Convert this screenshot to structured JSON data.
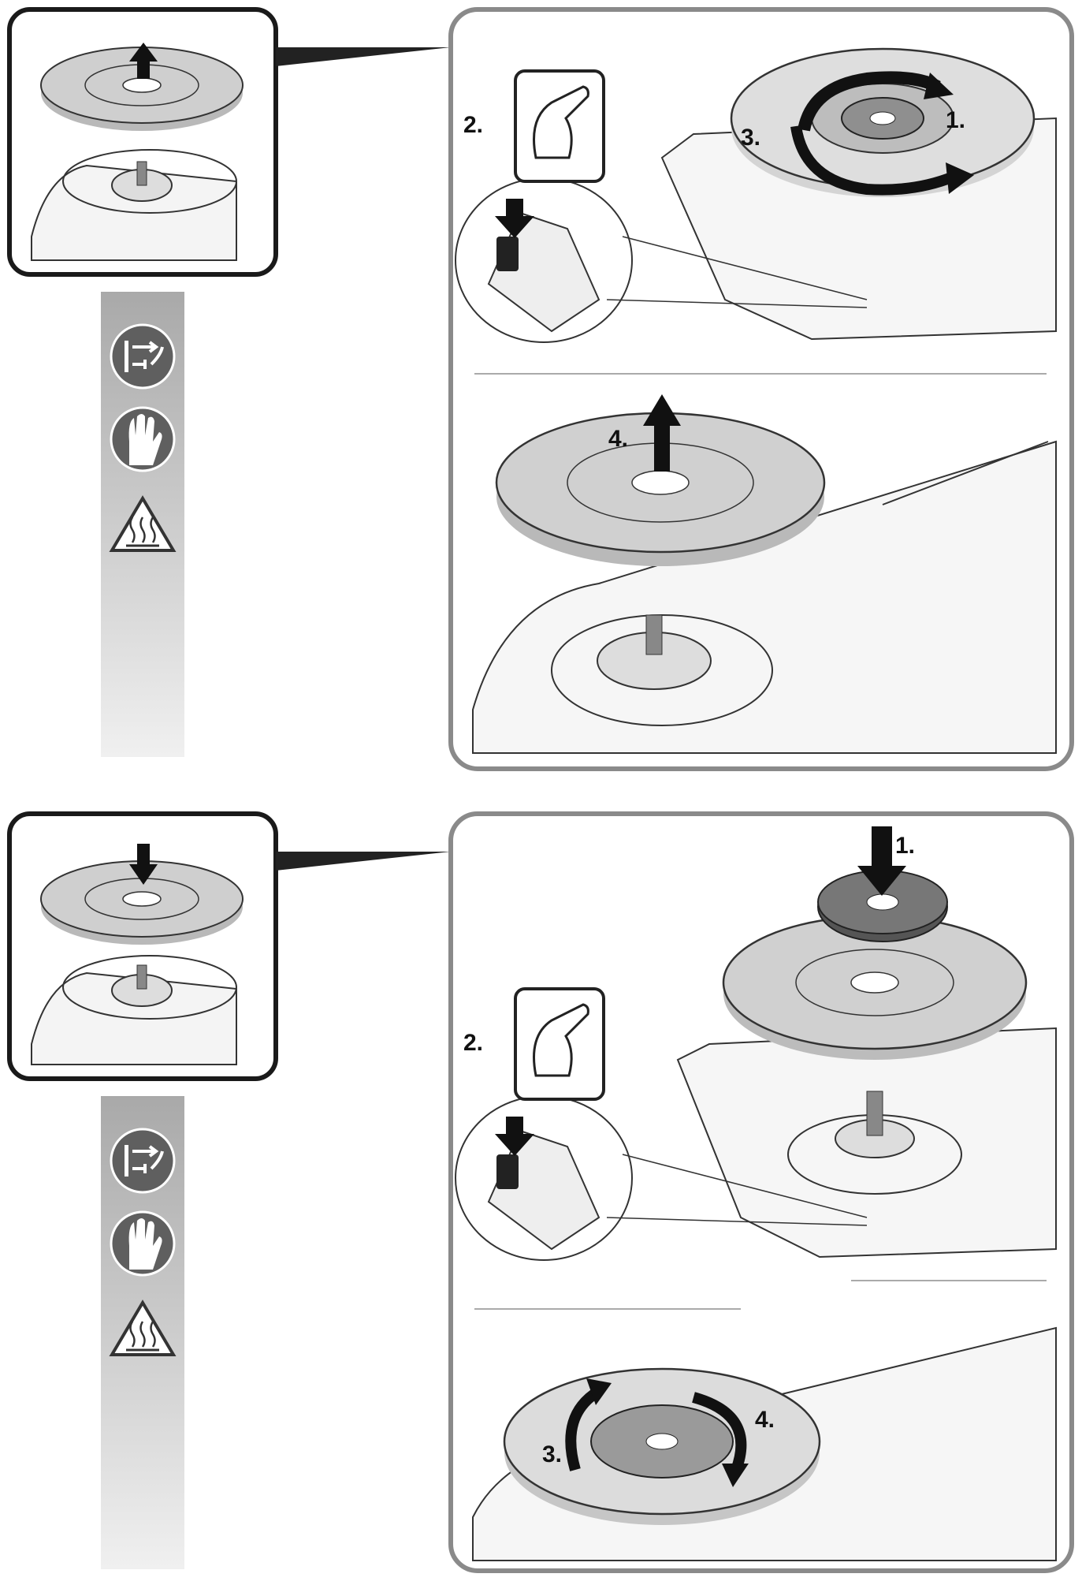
{
  "colors": {
    "panel_border": "#8a8a8a",
    "disc_fill": "#c8c8c8",
    "arrow": "#111111",
    "icon_bg": "#5f5f5f",
    "strip_top": "#a9a9a9",
    "strip_bottom": "#ececec"
  },
  "sections": [
    {
      "name": "remove-disc",
      "steps": {
        "s1": "1.",
        "s2": "2.",
        "s3": "3.",
        "s4": "4."
      },
      "icons": [
        "unplug-icon",
        "gloves-icon",
        "hot-surface-warning-icon"
      ]
    },
    {
      "name": "mount-disc",
      "steps": {
        "s1": "1.",
        "s2": "2.",
        "s3": "3.",
        "s4": "4."
      },
      "icons": [
        "unplug-icon",
        "gloves-icon",
        "hot-surface-warning-icon"
      ]
    }
  ]
}
